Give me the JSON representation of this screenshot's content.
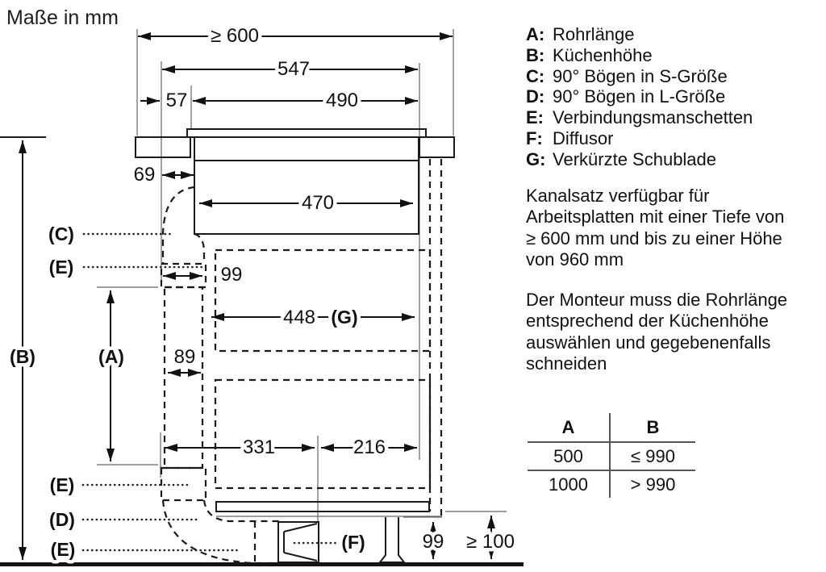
{
  "title": "Maße in mm",
  "legend": {
    "items": [
      {
        "key": "A:",
        "label": "Rohrlänge"
      },
      {
        "key": "B:",
        "label": "Küchenhöhe"
      },
      {
        "key": "C:",
        "label": "90° Bögen in S-Größe"
      },
      {
        "key": "D:",
        "label": "90° Bögen in L-Größe"
      },
      {
        "key": "E:",
        "label": "Verbindungsmanschetten"
      },
      {
        "key": "F:",
        "label": "Diffusor"
      },
      {
        "key": "G:",
        "label": "Verkürzte Schublade"
      }
    ]
  },
  "notes": {
    "note1_lines": [
      "Kanalsatz verfügbar für",
      "Arbeitsplatten mit einer Tiefe von",
      "≥ 600 mm und bis zu einer Höhe",
      "von 960 mm"
    ],
    "note2_lines": [
      "Der Monteur muss die Rohrlänge",
      "entsprechend der Küchenhöhe",
      "auswählen und gegebenenfalls",
      "schneiden"
    ]
  },
  "table": {
    "col_a": "A",
    "col_b": "B",
    "rows": [
      {
        "a": "500",
        "b": "≤ 990"
      },
      {
        "a": "1000",
        "b": "> 990"
      }
    ]
  },
  "dims": {
    "worktop_depth": "≥ 600",
    "cutout_width": "547",
    "front_offset": "57",
    "hob_width": "490",
    "duct_offset": "69",
    "hob_inner_width": "470",
    "duct_outer_width": "99",
    "duct_inner_width": "89",
    "drawer_width": "448",
    "run_left": "331",
    "run_right": "216",
    "plinth_height": "99",
    "floor_clearance": "≥ 100"
  },
  "labels": {
    "a": "(A)",
    "b": "(B)",
    "c": "(C)",
    "d": "(D)",
    "e": "(E)",
    "f": "(F)",
    "g": "(G)"
  },
  "colors": {
    "line": "#1a1a1a",
    "duct_fill": "#d2d2d2",
    "background": "#ffffff"
  }
}
